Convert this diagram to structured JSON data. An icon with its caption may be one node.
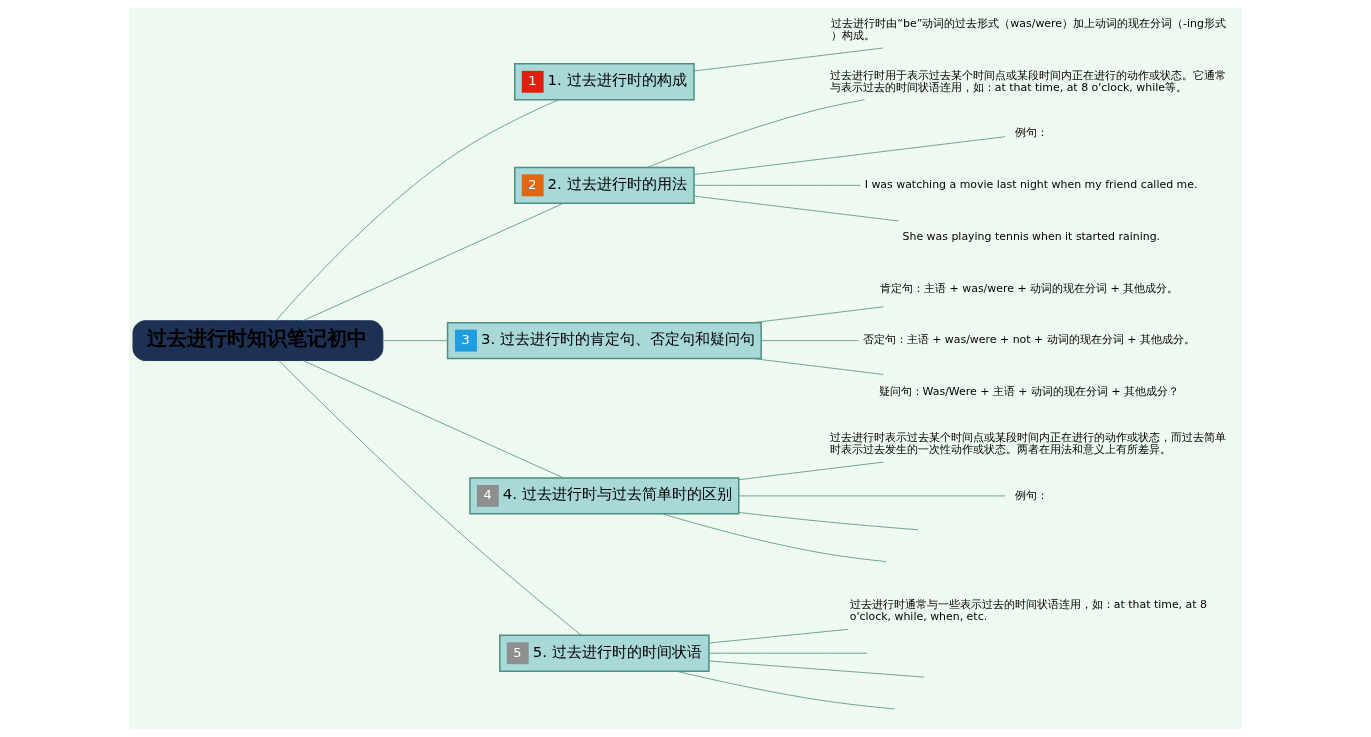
{
  "diagram": {
    "nodes": [
      {
        "text": [
          "过去进行时知识笔记初中"
        ]
      },
      {
        "text": [
          "1",
          "1. 过去进行时的构成"
        ]
      },
      {
        "text": [
          "过去进行时由“be”动词的过去形式（was/were）加上动词的现在分词（-ing形式）构成。"
        ]
      },
      {
        "text": [
          "2",
          "2. 过去进行时的用法"
        ]
      },
      {
        "text": [
          "过去进行时用于表示过去某个时间点或某段时间内正在进行的动作或状态。它通常与表示过去的时间状语连用，如：at that time, at 8 o'clock, while等。"
        ]
      },
      {
        "text": [
          "例句："
        ]
      },
      {
        "text": [
          "I was watching a movie last night when my friend called me."
        ]
      },
      {
        "text": [
          "She was playing tennis when it started raining."
        ]
      },
      {
        "text": [
          "3",
          "3. 过去进行时的肯定句、否定句和疑问句"
        ]
      },
      {
        "text": [
          "肯定句：主语 + was/were + 动词的现在分词 + 其他成分。"
        ]
      },
      {
        "text": [
          "否定句：主语 + was/were + not + 动词的现在分词 + 其他成分。"
        ]
      },
      {
        "text": [
          "疑问句：Was/Were + 主语 + 动词的现在分词 + 其他成分？"
        ]
      },
      {
        "text": [
          "4",
          "4. 过去进行时与过去简单时的区别"
        ]
      },
      {
        "text": [
          "过去进行时表示过去某个时间点或某段时间内正在进行的动作或状态，而过去简单时表示过去发生的一次性动作或状态。两者在用法和意义上有所差异。"
        ]
      },
      {
        "text": [
          "例句："
        ]
      },
      {
        "text": [
          "5",
          "5. 过去进行时的时间状语"
        ]
      },
      {
        "text": [
          "过去进行时通常与一些表示过去的时间状语连用，如：at that time, at 8 o'clock, while, when, etc."
        ]
      }
    ],
    "edges": [
      {
        "from": 0,
        "to": 1,
        "arrow": "none"
      },
      {
        "from": 0,
        "to": 3,
        "arrow": "none"
      },
      {
        "from": 0,
        "to": 8,
        "arrow": "none"
      },
      {
        "from": 0,
        "to": 12,
        "arrow": "none"
      },
      {
        "from": 0,
        "to": 15,
        "arrow": "none"
      },
      {
        "from": 1,
        "to": 2,
        "arrow": "none"
      },
      {
        "from": 3,
        "to": 4,
        "arrow": "none"
      },
      {
        "from": 3,
        "to": 5,
        "arrow": "none"
      },
      {
        "from": 3,
        "to": 6,
        "arrow": "none"
      },
      {
        "from": 3,
        "to": 7,
        "arrow": "none"
      },
      {
        "from": 8,
        "to": 9,
        "arrow": "none"
      },
      {
        "from": 8,
        "to": 10,
        "arrow": "none"
      },
      {
        "from": 8,
        "to": 11,
        "arrow": "none"
      },
      {
        "from": 12,
        "to": 13,
        "arrow": "none"
      },
      {
        "from": 12,
        "to": 14,
        "arrow": "none"
      },
      {
        "from": 12,
        "to": null,
        "arrow": "none"
      },
      {
        "from": 12,
        "to": null,
        "arrow": "none"
      },
      {
        "from": 15,
        "to": 16,
        "arrow": "none"
      },
      {
        "from": 15,
        "to": null,
        "arrow": "none"
      },
      {
        "from": 15,
        "to": null,
        "arrow": "none"
      },
      {
        "from": 15,
        "to": null,
        "arrow": "none"
      }
    ]
  }
}
